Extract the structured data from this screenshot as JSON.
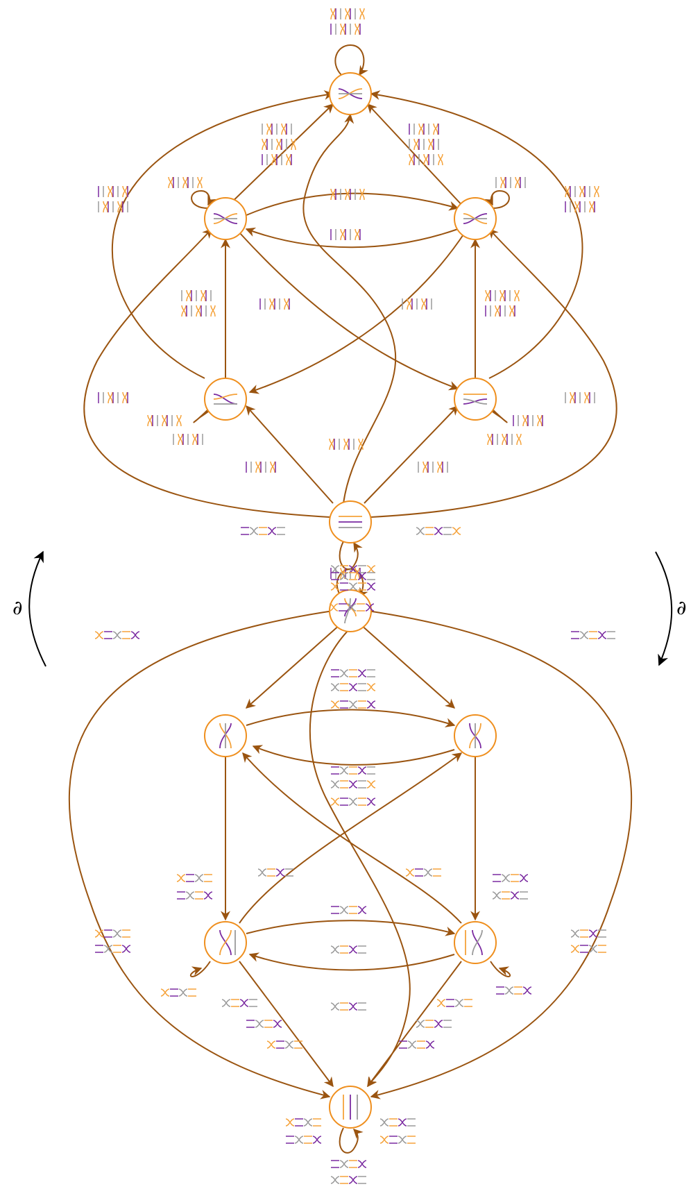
{
  "colors": {
    "edge": "#9a5410",
    "node": "#ef8f1e",
    "strand_orange": "#f5a23a",
    "strand_purple": "#7a2aa0",
    "strand_gray": "#9a9a9a",
    "arrow_black": "#000000"
  },
  "boundary_label": "∂",
  "upper_graph": {
    "nodes": [
      {
        "id": "u_top",
        "glyph": "double-crossing"
      },
      {
        "id": "u_left",
        "glyph": "crossing-left"
      },
      {
        "id": "u_right",
        "glyph": "crossing-right"
      },
      {
        "id": "u_midleft",
        "glyph": "crossing-mid-left"
      },
      {
        "id": "u_midright",
        "glyph": "crossing-mid-right"
      },
      {
        "id": "u_bottom",
        "glyph": "parallel-three"
      }
    ]
  },
  "lower_graph": {
    "nodes": [
      {
        "id": "l_top",
        "glyph": "braid-three"
      },
      {
        "id": "l_left",
        "glyph": "braid-left"
      },
      {
        "id": "l_right",
        "glyph": "braid-right"
      },
      {
        "id": "l_midleft",
        "glyph": "crossing-vertical-left"
      },
      {
        "id": "l_midright",
        "glyph": "crossing-vertical-right"
      },
      {
        "id": "l_bottom",
        "glyph": "vertical-three"
      }
    ]
  }
}
